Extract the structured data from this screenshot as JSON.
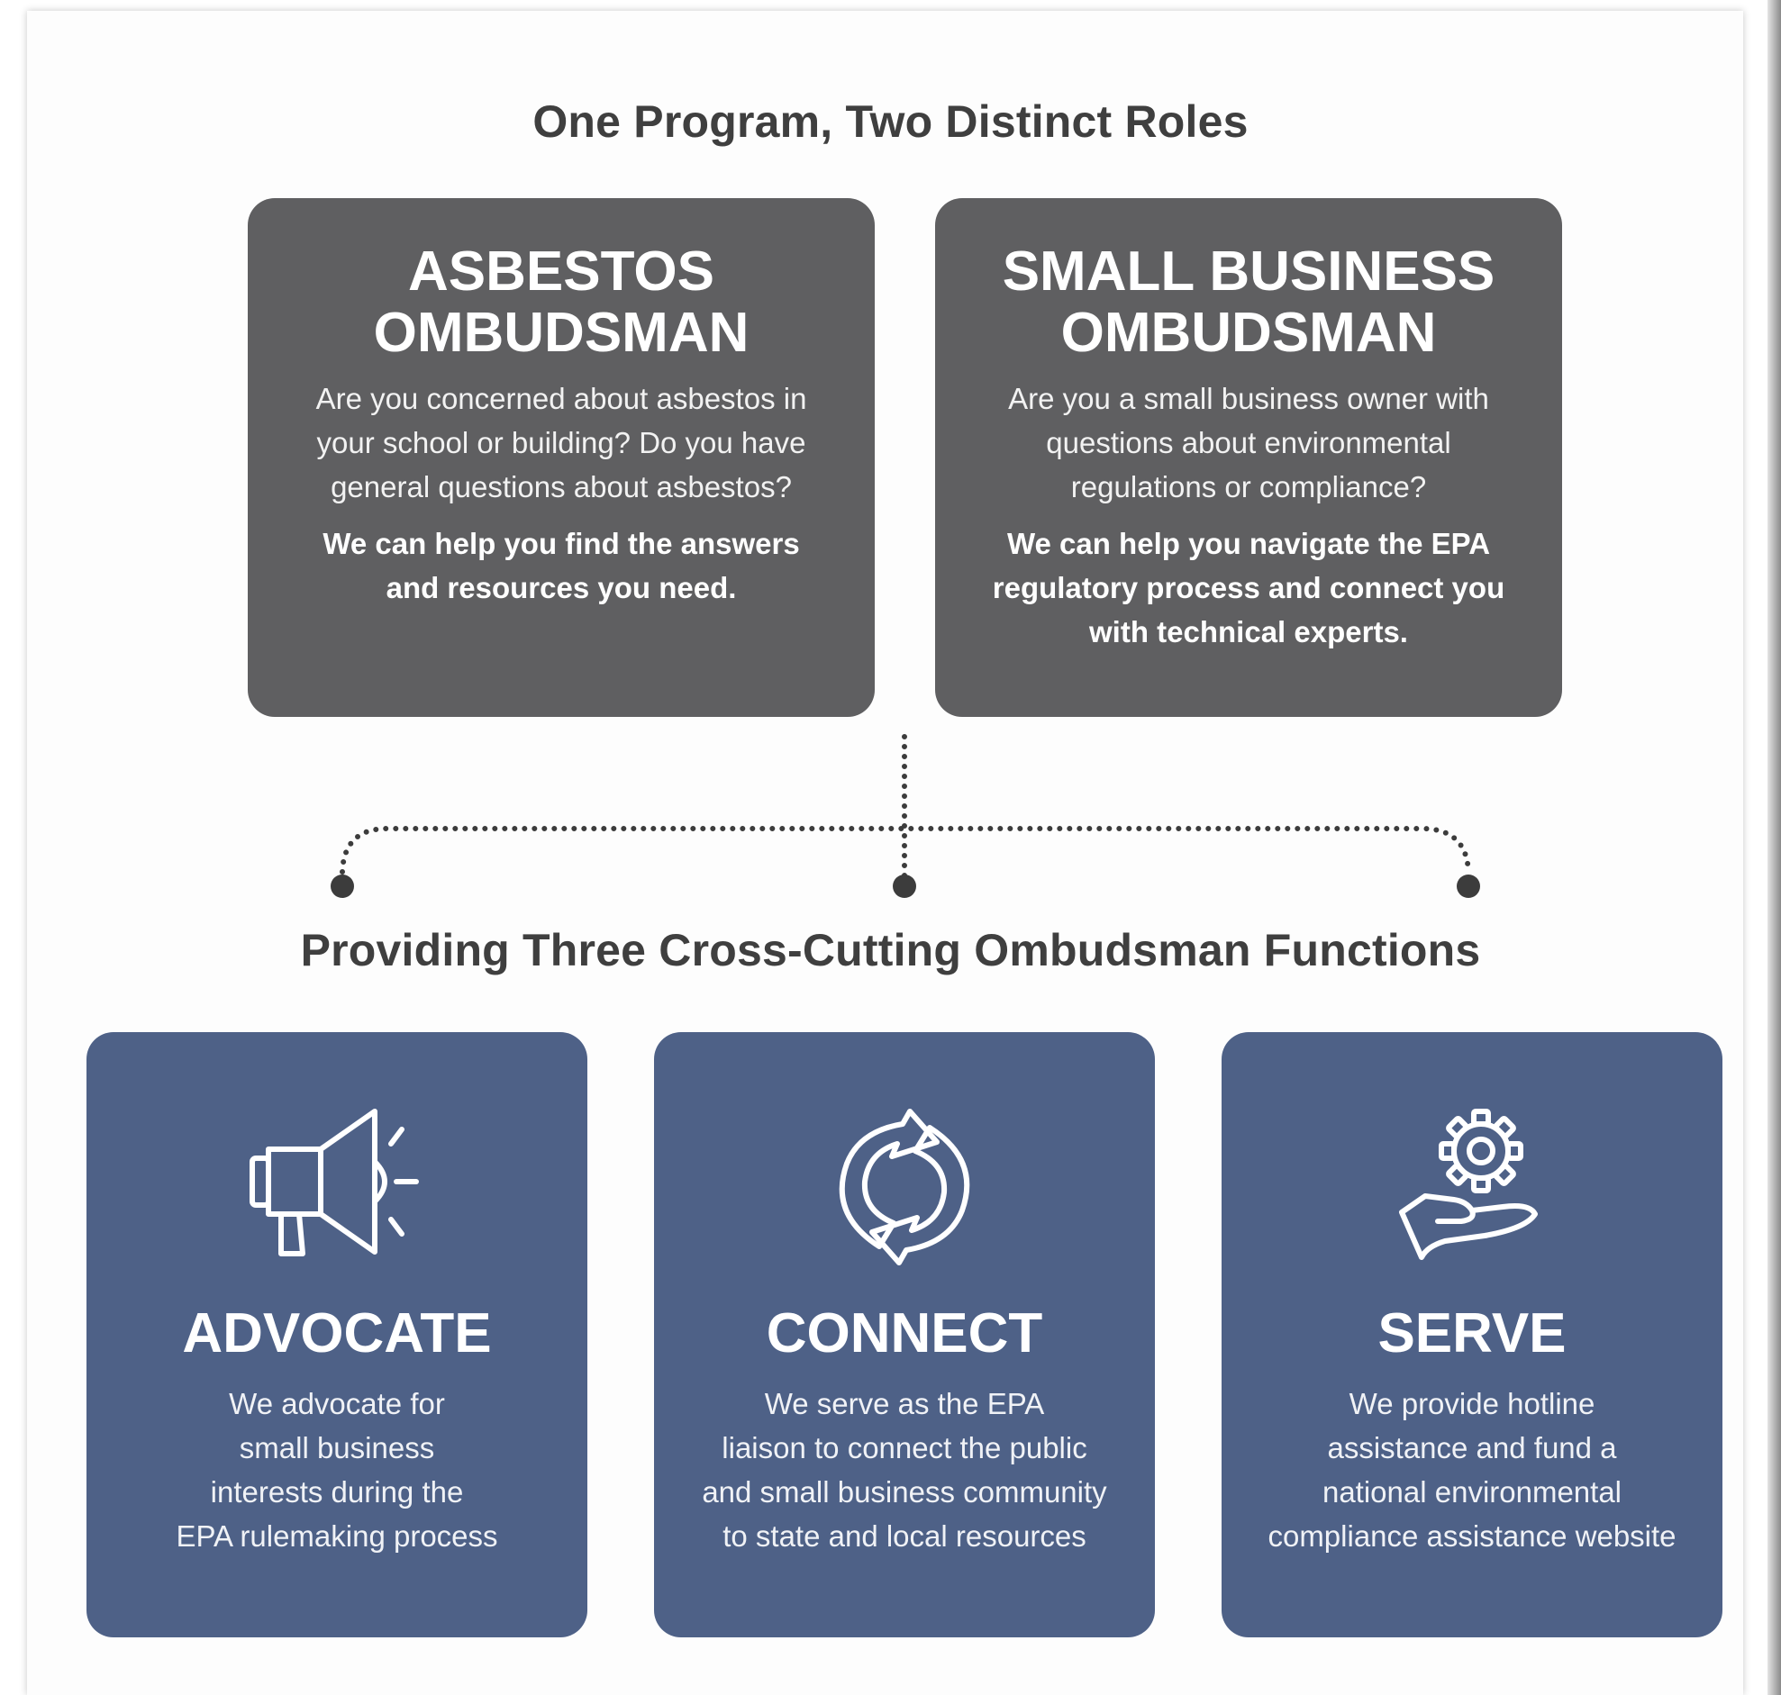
{
  "colors": {
    "role_card": "#5f5f61",
    "function_card": "#4e6187",
    "heading_text": "#3f3f3f",
    "connector": "#3c3c3c"
  },
  "headings": {
    "top": "One Program, Two Distinct Roles",
    "middle": "Providing Three Cross-Cutting Ombudsman Functions"
  },
  "roles": [
    {
      "title_line1": "ASBESTOS",
      "title_line2": "OMBUDSMAN",
      "question": "Are you concerned about asbestos in your school or building? Do you have general questions about asbestos?",
      "help": "We can help you find the answers and resources you need."
    },
    {
      "title_line1": "SMALL BUSINESS",
      "title_line2": "OMBUDSMAN",
      "question": "Are you a small business owner with questions about environmental regulations or compliance?",
      "help": "We can help you navigate the EPA regulatory process and connect you with technical experts."
    }
  ],
  "functions": [
    {
      "icon": "megaphone-icon",
      "title": "ADVOCATE",
      "description_lines": [
        "We advocate for",
        "small business",
        "interests during the",
        "EPA rulemaking process"
      ]
    },
    {
      "icon": "exchange-arrows-icon",
      "title": "CONNECT",
      "description_lines": [
        "We serve as the EPA",
        "liaison to connect the public",
        "and small business community",
        "to state and local resources"
      ]
    },
    {
      "icon": "gear-hand-icon",
      "title": "SERVE",
      "description_lines": [
        "We provide hotline",
        "assistance and fund a",
        "national environmental",
        "compliance assistance website"
      ]
    }
  ]
}
